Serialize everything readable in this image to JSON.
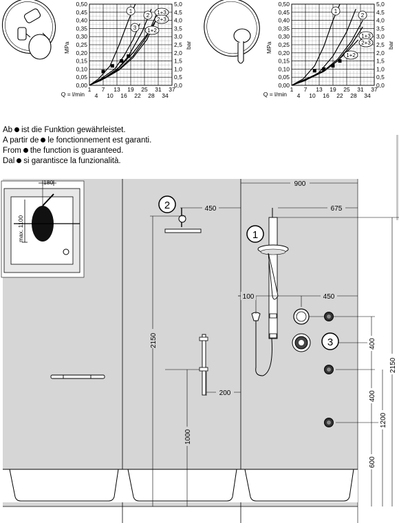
{
  "chart_data": [
    {
      "type": "line",
      "title": "",
      "xlabel": "Q = l/min",
      "ylabel": "MPa",
      "ylabel_right": "bar",
      "x_ticks_top": [
        "1",
        "7",
        "13",
        "19",
        "25",
        "31",
        "37"
      ],
      "x_ticks_bottom": [
        "4",
        "10",
        "16",
        "22",
        "28",
        "34"
      ],
      "y_ticks_left": [
        "0,00",
        "0,05",
        "0,10",
        "0,15",
        "0,20",
        "0,25",
        "0,30",
        "0,35",
        "0,40",
        "0,45",
        "0,50"
      ],
      "y_ticks_right": [
        "0,0",
        "0,5",
        "1,0",
        "1,5",
        "2,0",
        "2,5",
        "3,0",
        "3,5",
        "4,0",
        "4,5",
        "5,0"
      ],
      "xlim": [
        1,
        37
      ],
      "ylim": [
        0,
        0.5
      ],
      "grid": true,
      "series": [
        {
          "name": "1",
          "x": [
            1,
            5,
            10,
            14,
            18,
            21
          ],
          "y": [
            0,
            0.04,
            0.12,
            0.25,
            0.4,
            0.5
          ]
        },
        {
          "name": "2",
          "x": [
            1,
            6,
            12,
            18,
            24,
            28
          ],
          "y": [
            0,
            0.03,
            0.08,
            0.18,
            0.33,
            0.47
          ]
        },
        {
          "name": "3",
          "x": [
            1,
            6,
            12,
            16,
            20,
            23
          ],
          "y": [
            0,
            0.04,
            0.1,
            0.18,
            0.28,
            0.38
          ]
        },
        {
          "name": "1+3",
          "x": [
            1,
            8,
            14,
            20,
            26,
            31
          ],
          "y": [
            0,
            0.05,
            0.1,
            0.18,
            0.3,
            0.46
          ]
        },
        {
          "name": "2+3",
          "x": [
            1,
            8,
            14,
            20,
            26,
            31
          ],
          "y": [
            0,
            0.045,
            0.095,
            0.17,
            0.28,
            0.43
          ]
        },
        {
          "name": "1+2",
          "x": [
            1,
            8,
            14,
            20,
            26,
            30
          ],
          "y": [
            0,
            0.05,
            0.11,
            0.2,
            0.31,
            0.4
          ]
        }
      ],
      "markers": [
        {
          "x": 7,
          "y": 0.085
        },
        {
          "x": 11,
          "y": 0.12
        },
        {
          "x": 15,
          "y": 0.15
        },
        {
          "x": 18,
          "y": 0.18
        }
      ],
      "curve_labels": [
        "1",
        "2",
        "3",
        "1+3",
        "2+3",
        "1+2"
      ]
    },
    {
      "type": "line",
      "title": "",
      "xlabel": "Q = l/min",
      "ylabel": "MPa",
      "ylabel_right": "bar",
      "x_ticks_top": [
        "1",
        "7",
        "13",
        "19",
        "25",
        "31",
        "37"
      ],
      "x_ticks_bottom": [
        "4",
        "10",
        "16",
        "22",
        "28",
        "34"
      ],
      "y_ticks_left": [
        "0,00",
        "0,05",
        "0,10",
        "0,15",
        "0,20",
        "0,25",
        "0,30",
        "0,35",
        "0,40",
        "0,45",
        "0,50"
      ],
      "y_ticks_right": [
        "0,0",
        "0,5",
        "1,0",
        "1,5",
        "2,0",
        "2,5",
        "3,0",
        "3,5",
        "4,0",
        "4,5",
        "5,0"
      ],
      "xlim": [
        1,
        37
      ],
      "ylim": [
        0,
        0.5
      ],
      "grid": true,
      "series": [
        {
          "name": "1",
          "x": [
            1,
            6,
            11,
            15,
            19,
            22
          ],
          "y": [
            0,
            0.04,
            0.12,
            0.24,
            0.4,
            0.5
          ]
        },
        {
          "name": "2",
          "x": [
            1,
            7,
            13,
            19,
            25,
            29
          ],
          "y": [
            0,
            0.03,
            0.08,
            0.18,
            0.33,
            0.47
          ]
        },
        {
          "name": "1+3",
          "x": [
            1,
            9,
            15,
            21,
            27,
            32
          ],
          "y": [
            0,
            0.05,
            0.09,
            0.16,
            0.27,
            0.4
          ]
        },
        {
          "name": "2+3",
          "x": [
            1,
            9,
            15,
            21,
            27,
            32
          ],
          "y": [
            0,
            0.045,
            0.085,
            0.15,
            0.25,
            0.36
          ]
        },
        {
          "name": "1+2",
          "x": [
            1,
            9,
            15,
            21,
            26,
            30
          ],
          "y": [
            0,
            0.05,
            0.09,
            0.15,
            0.22,
            0.28
          ]
        }
      ],
      "markers": [
        {
          "x": 11,
          "y": 0.09
        },
        {
          "x": 15,
          "y": 0.1
        },
        {
          "x": 19,
          "y": 0.12
        },
        {
          "x": 22,
          "y": 0.15
        }
      ],
      "curve_labels": [
        "1",
        "2",
        "1+3",
        "2+3",
        "1+2"
      ]
    }
  ],
  "notes": [
    {
      "before": "Ab",
      "after": "ist die Funktion gewährleistet."
    },
    {
      "before": "A partir de",
      "after": "le fonctionnement est garanti."
    },
    {
      "before": "From",
      "after": "the function is guaranteed."
    },
    {
      "before": "Dal",
      "after": "si garantisce la funzionalità."
    }
  ],
  "inset": {
    "width_label": "180",
    "height_label": "max. 1100"
  },
  "callouts": [
    "1",
    "2",
    "3"
  ],
  "dimensions": {
    "d900": "900",
    "d675": "675",
    "d450_top": "450",
    "d450_right": "450",
    "d100": "100",
    "d2150_left": "2150",
    "d2150_right": "2150",
    "d1000": "1000",
    "d200": "200",
    "d400_a": "400",
    "d400_b": "400",
    "d1200": "1200",
    "d600": "600"
  },
  "colors": {
    "wall": "#d6d6d6",
    "line": "#000000",
    "plate": "#e6e6e6"
  }
}
